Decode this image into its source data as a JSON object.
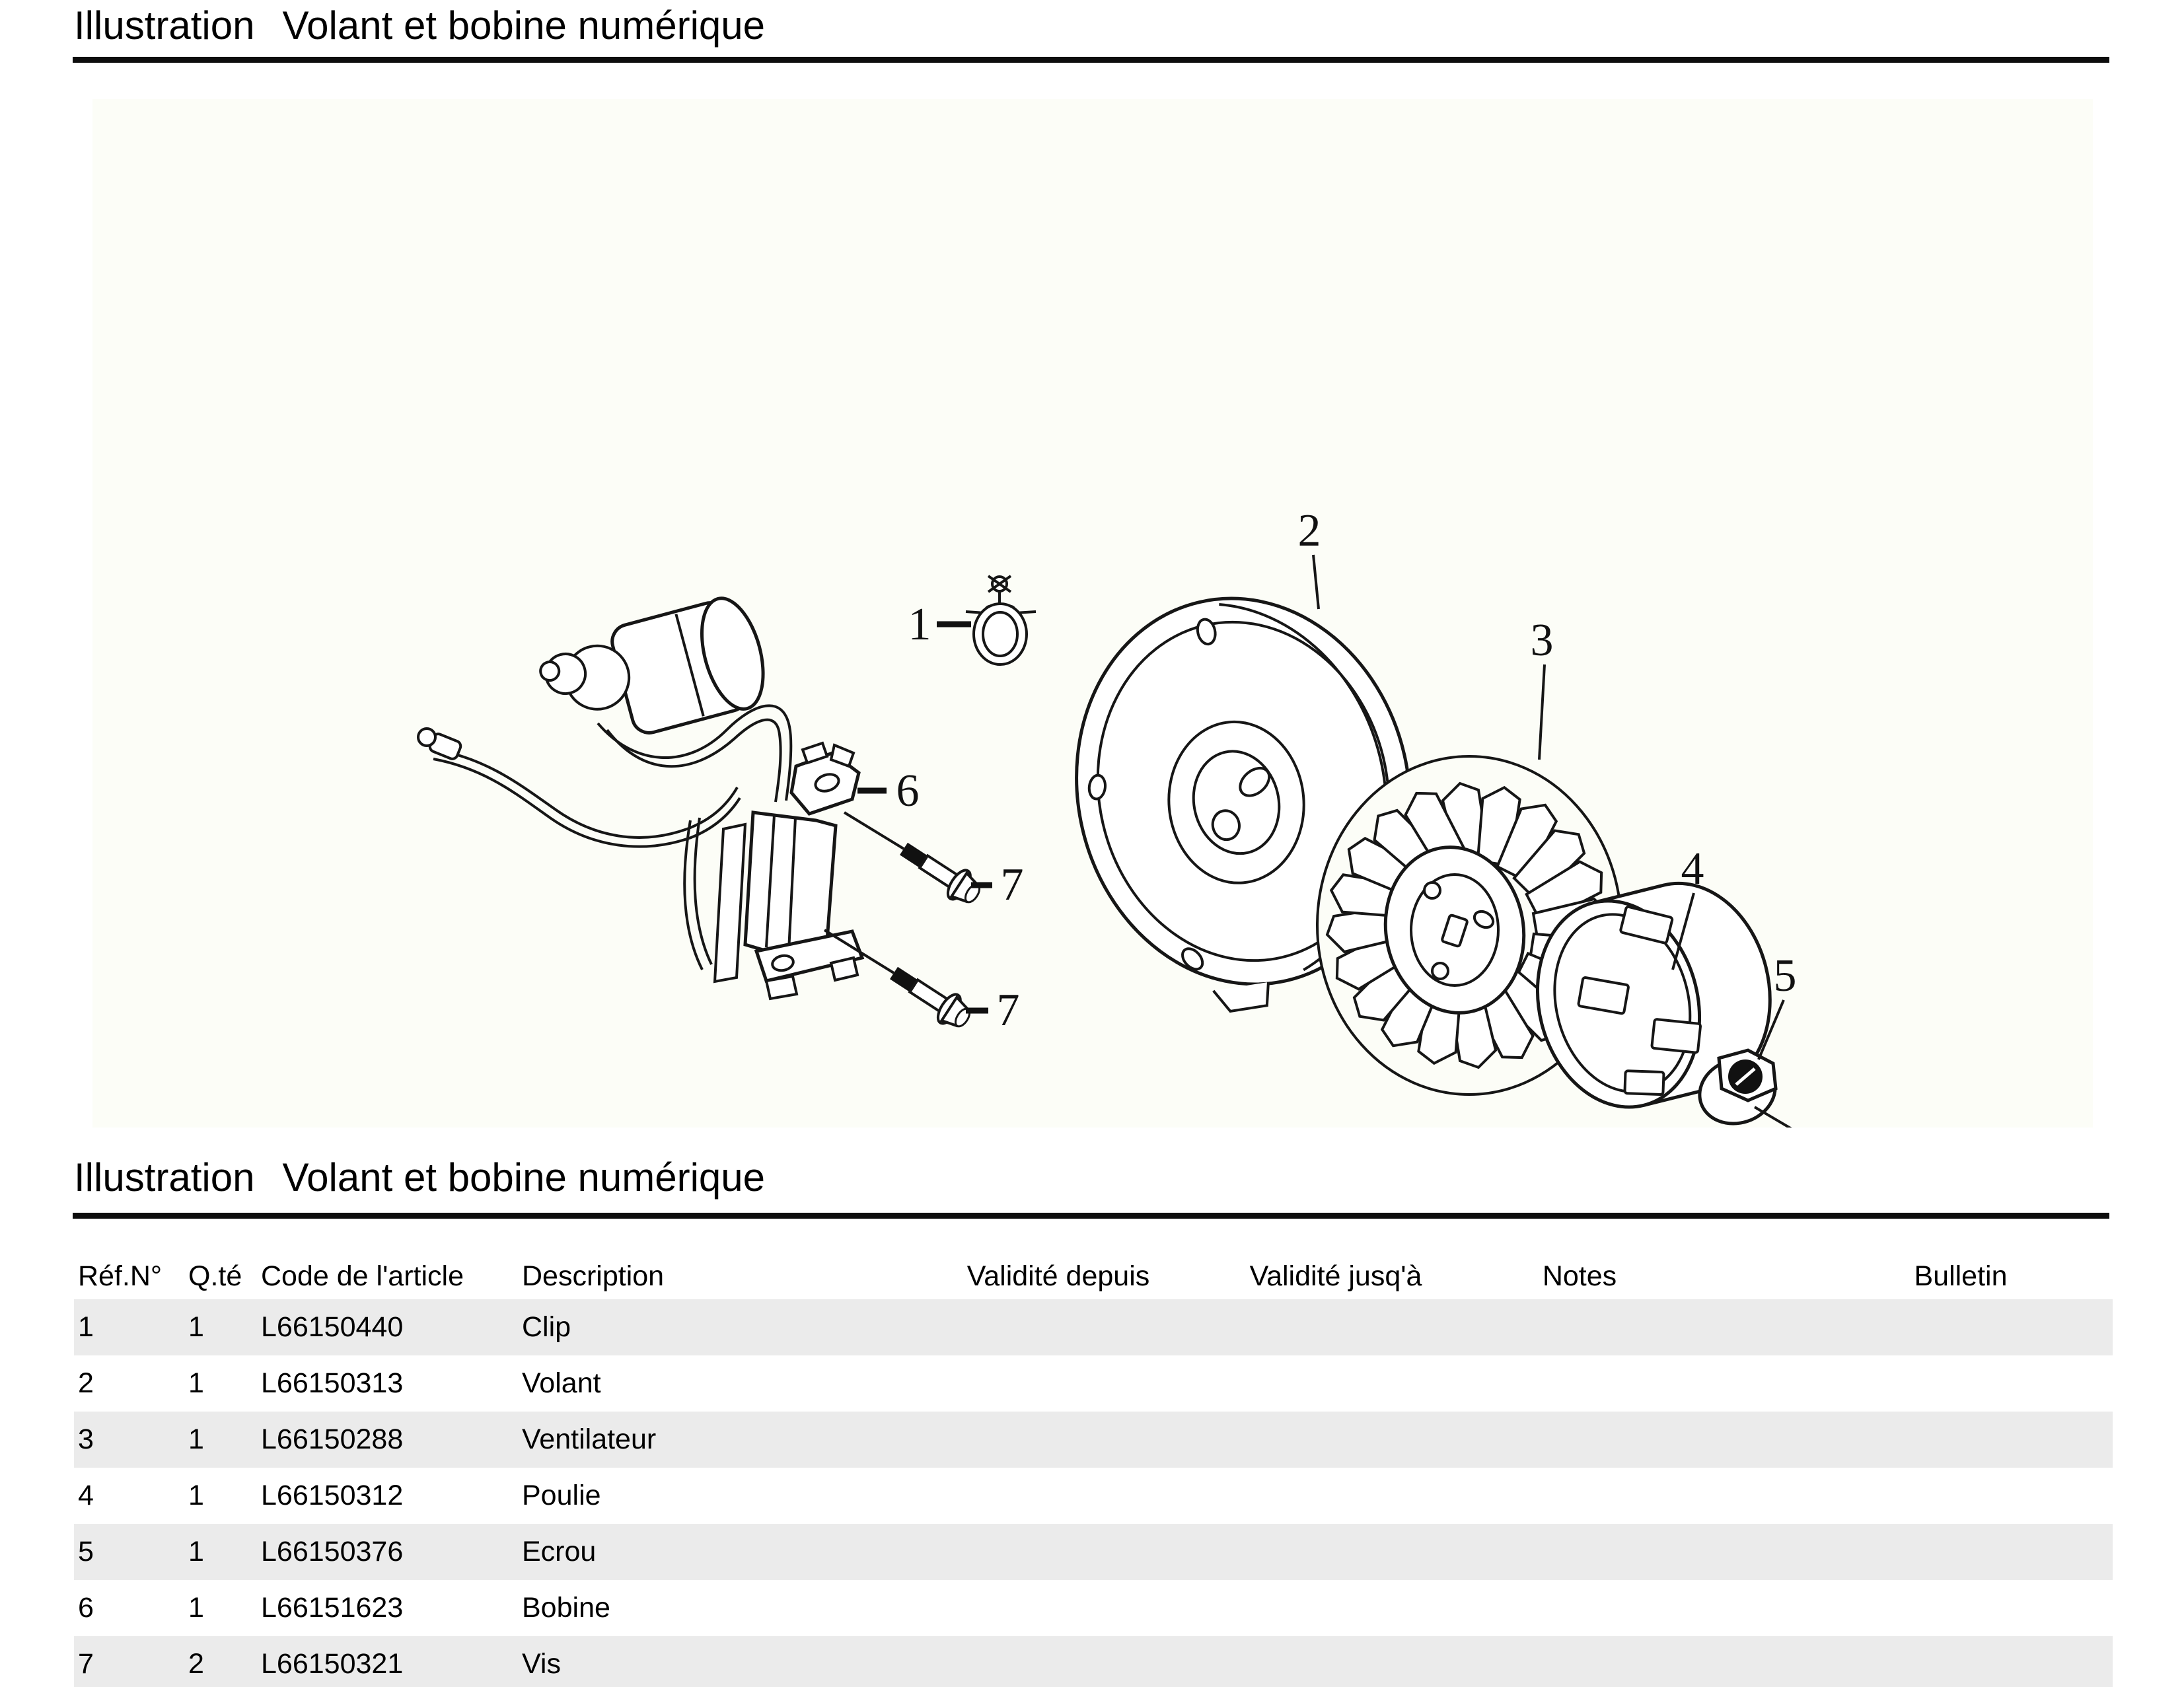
{
  "page": {
    "title_prefix": "Illustration",
    "title_subject": "Volant et bobine numérique"
  },
  "section": {
    "title_prefix": "Illustration",
    "title_subject": "Volant et bobine numérique"
  },
  "diagram": {
    "callouts": [
      "1",
      "2",
      "3",
      "4",
      "5",
      "6",
      "7",
      "7"
    ]
  },
  "table": {
    "headers": {
      "ref": "Réf.N°",
      "qty": "Q.té",
      "code": "Code de l'article",
      "description": "Description",
      "valid_from": "Validité depuis",
      "valid_to": "Validité jusq'à",
      "notes": "Notes",
      "bulletin": "Bulletin"
    },
    "rows": [
      {
        "ref": "1",
        "qty": "1",
        "code": "L66150440",
        "description": "Clip",
        "valid_from": "",
        "valid_to": "",
        "notes": "",
        "bulletin": ""
      },
      {
        "ref": "2",
        "qty": "1",
        "code": "L66150313",
        "description": "Volant",
        "valid_from": "",
        "valid_to": "",
        "notes": "",
        "bulletin": ""
      },
      {
        "ref": "3",
        "qty": "1",
        "code": "L66150288",
        "description": "Ventilateur",
        "valid_from": "",
        "valid_to": "",
        "notes": "",
        "bulletin": ""
      },
      {
        "ref": "4",
        "qty": "1",
        "code": "L66150312",
        "description": "Poulie",
        "valid_from": "",
        "valid_to": "",
        "notes": "",
        "bulletin": ""
      },
      {
        "ref": "5",
        "qty": "1",
        "code": "L66150376",
        "description": "Ecrou",
        "valid_from": "",
        "valid_to": "",
        "notes": "",
        "bulletin": ""
      },
      {
        "ref": "6",
        "qty": "1",
        "code": "L66151623",
        "description": "Bobine",
        "valid_from": "",
        "valid_to": "",
        "notes": "",
        "bulletin": ""
      },
      {
        "ref": "7",
        "qty": "2",
        "code": "L66150321",
        "description": "Vis",
        "valid_from": "",
        "valid_to": "",
        "notes": "",
        "bulletin": ""
      }
    ]
  },
  "colors": {
    "row_shaded": "#ebebeb",
    "panel_background": "#fcfdf7",
    "rule": "#0d0d0d",
    "ink": "#161616"
  }
}
